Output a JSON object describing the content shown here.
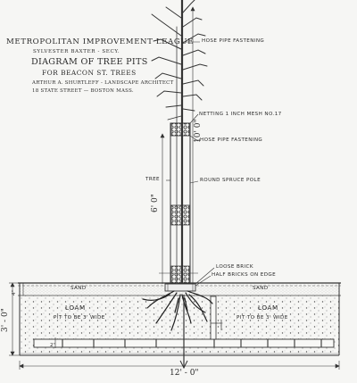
{
  "header": {
    "org": "METROPOLITAN IMPROVEMENT LEAGUE",
    "secretary": "SYLVESTER BAXTER - SECY.",
    "title": "DIAGRAM OF TREE PITS",
    "subtitle": "FOR BEACON ST. TREES",
    "architect": "ARTHUR A. SHURTLEFF - LANDSCAPE ARCHITECT",
    "address": "18 STATE STREET — BOSTON MASS."
  },
  "labels": {
    "hose_top": "HOSE PIPE FASTENING",
    "netting": "NETTING 1 INCH MESH NO.17",
    "hose_mid": "HOSE PIPE FASTENING",
    "pole": "ROUND SPRUCE POLE",
    "tree": "TREE",
    "loose_brick": "LOOSE BRICK",
    "half_bricks": "HALF BRICKS ON EDGE",
    "sand_left": "SAND",
    "sand_right": "SAND",
    "loam_left": "LOAM",
    "loam_right": "LOAM",
    "pit_left": "PIT TO BE 3' WIDE",
    "pit_right": "PIT TO BE 3' WIDE"
  },
  "dimensions": {
    "pole_height": "10' 0\"",
    "tree_height": "6' 0\"",
    "pit_depth": "3' - 0\"",
    "sand_depth": "4\"",
    "drain_drop": "2\"",
    "pit_length": "12' - 0\""
  },
  "colors": {
    "ink": "#2b2b2b",
    "paper": "#f6f6f4",
    "sand": "#eeeeea"
  }
}
